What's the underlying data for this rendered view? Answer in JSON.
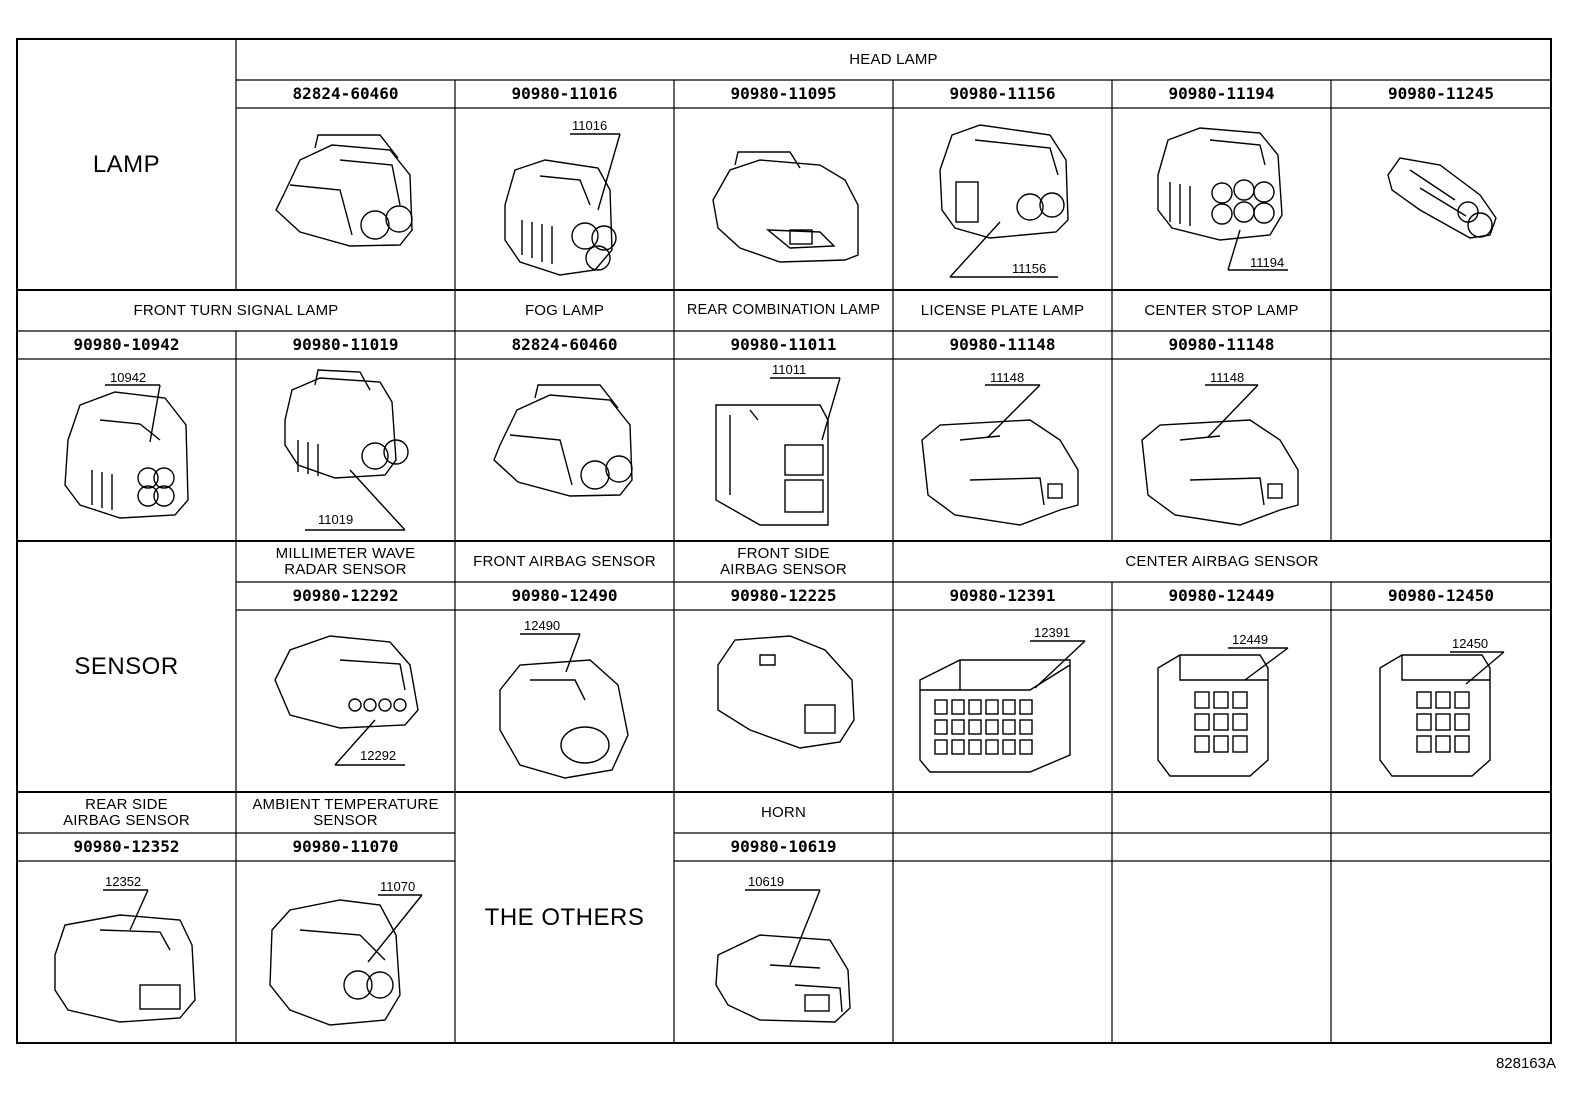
{
  "categories": {
    "lamp": "LAMP",
    "sensor": "SENSOR",
    "others": "THE OTHERS"
  },
  "head_lamp": {
    "title": "HEAD LAMP",
    "parts": [
      "82824-60460",
      "90980-11016",
      "90980-11095",
      "90980-11156",
      "90980-11194",
      "90980-11245"
    ],
    "callouts": {
      "c11016": "11016",
      "c11156": "11156",
      "c11194": "11194"
    }
  },
  "lamp_row2": {
    "titles": {
      "front_turn": "FRONT TURN SIGNAL LAMP",
      "fog": "FOG LAMP",
      "rear_comb": "REAR COMBINATION LAMP",
      "license": "LICENSE PLATE LAMP",
      "center_stop": "CENTER STOP LAMP"
    },
    "parts": [
      "90980-10942",
      "90980-11019",
      "82824-60460",
      "90980-11011",
      "90980-11148",
      "90980-11148"
    ],
    "callouts": {
      "c10942": "10942",
      "c11019": "11019",
      "c11011": "11011",
      "c11148a": "11148",
      "c11148b": "11148"
    }
  },
  "sensor_row": {
    "titles": {
      "mmwave_1": "MILLIMETER WAVE",
      "mmwave_2": "RADAR SENSOR",
      "front_airbag": "FRONT AIRBAG SENSOR",
      "front_side_1": "FRONT SIDE",
      "front_side_2": "AIRBAG SENSOR",
      "center_airbag": "CENTER AIRBAG SENSOR"
    },
    "parts": [
      "90980-12292",
      "90980-12490",
      "90980-12225",
      "90980-12391",
      "90980-12449",
      "90980-12450"
    ],
    "callouts": {
      "c12292": "12292",
      "c12490": "12490",
      "c12391": "12391",
      "c12449": "12449",
      "c12450": "12450"
    }
  },
  "others_row": {
    "titles": {
      "rear_side_1": "REAR SIDE",
      "rear_side_2": "AIRBAG SENSOR",
      "ambient_1": "AMBIENT TEMPERATURE",
      "ambient_2": "SENSOR",
      "horn": "HORN"
    },
    "parts": [
      "90980-12352",
      "90980-11070",
      "90980-10619"
    ],
    "callouts": {
      "c12352": "12352",
      "c11070": "11070",
      "c10619": "10619"
    }
  },
  "drawing_code": "828163A"
}
